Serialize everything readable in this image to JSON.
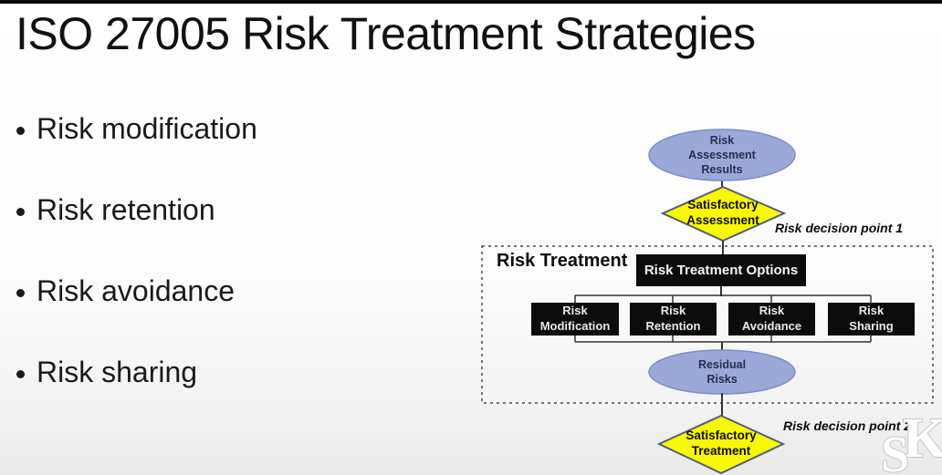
{
  "slide": {
    "title": "ISO 27005 Risk Treatment Strategies",
    "bullets": [
      "Risk modification",
      "Risk retention",
      "Risk avoidance",
      "Risk sharing"
    ]
  },
  "diagram": {
    "assessment_ellipse": "Risk\nAssessment\nResults",
    "decision_diamond_1": "Satisfactory\nAssessment",
    "decision_point_1": "Risk decision point 1",
    "treatment_group_label": "Risk Treatment",
    "options_box": "Risk Treatment Options",
    "option_boxes": [
      "Risk\nModification",
      "Risk\nRetention",
      "Risk\nAvoidance",
      "Risk\nSharing"
    ],
    "residual_ellipse": "Residual\nRisks",
    "decision_diamond_2": "Satisfactory\nTreatment",
    "decision_point_2": "Risk decision point 2",
    "colors": {
      "ellipse_fill": "#9ba9d9",
      "ellipse_stroke": "#7d8cc4",
      "diamond_fill": "#f8f802",
      "diamond_stroke": "#525c7d",
      "box_bg": "#0c0c0c",
      "box_text": "#f0f0f0",
      "connector": "#333333"
    }
  },
  "logo": {
    "letter_k": "K",
    "letter_s": "S"
  }
}
